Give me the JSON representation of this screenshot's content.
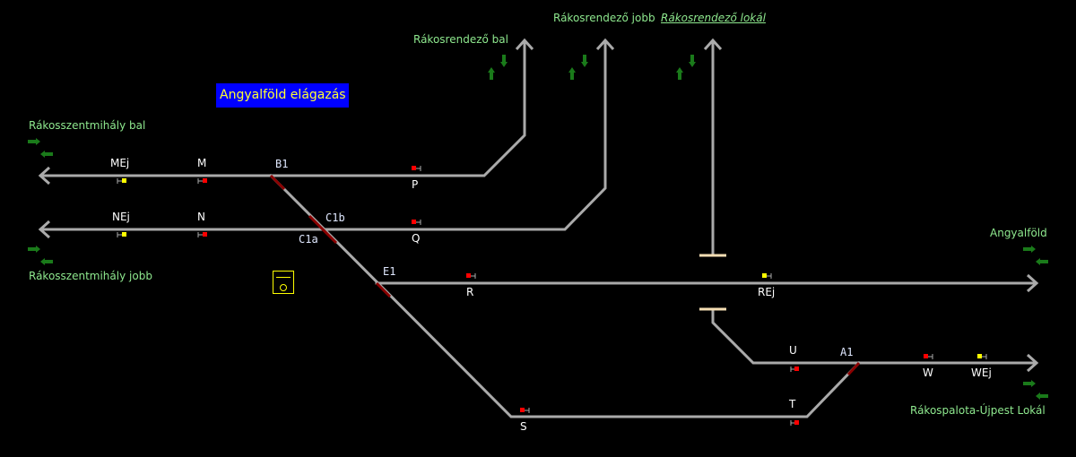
{
  "station_title": "Angyalföld elágazás",
  "colors": {
    "track": "#aaaaaa",
    "occupied": "#8b0000",
    "signal_stop": "#ff0000",
    "signal_warn": "#ffff00",
    "arrow": "#1a7a1a",
    "label_dest": "#8ee88e",
    "bumper": "#f5deb3",
    "title_bg": "#0000ff",
    "title_fg": "#ffff33"
  },
  "destinations": {
    "rakosszentmihaly_bal": "Rákosszentmihály bal",
    "rakosszentmihaly_jobb": "Rákosszentmihály jobb",
    "rakosrendezo_bal": "Rákosrendező bal",
    "rakosrendezo_jobb": "Rákosrendező jobb",
    "rakosrendezo_lokal": "Rákosrendező lokál",
    "angyalfold": "Angyalföld",
    "rakospalota_lokal": "Rákospalota-Újpest Lokál"
  },
  "signals": {
    "MEj": {
      "label": "MEj",
      "aspect": "yellow"
    },
    "M": {
      "label": "M",
      "aspect": "red"
    },
    "NEj": {
      "label": "NEj",
      "aspect": "yellow"
    },
    "N": {
      "label": "N",
      "aspect": "red"
    },
    "P": {
      "label": "P",
      "aspect": "red"
    },
    "Q": {
      "label": "Q",
      "aspect": "red"
    },
    "R": {
      "label": "R",
      "aspect": "red"
    },
    "REj": {
      "label": "REj",
      "aspect": "yellow"
    },
    "S": {
      "label": "S",
      "aspect": "red"
    },
    "T": {
      "label": "T",
      "aspect": "red"
    },
    "U": {
      "label": "U",
      "aspect": "red"
    },
    "W": {
      "label": "W",
      "aspect": "red"
    },
    "WEj": {
      "label": "WEj",
      "aspect": "yellow"
    }
  },
  "switches": {
    "B1": "B1",
    "C1a": "C1a",
    "C1b": "C1b",
    "E1": "E1",
    "A1": "A1"
  }
}
